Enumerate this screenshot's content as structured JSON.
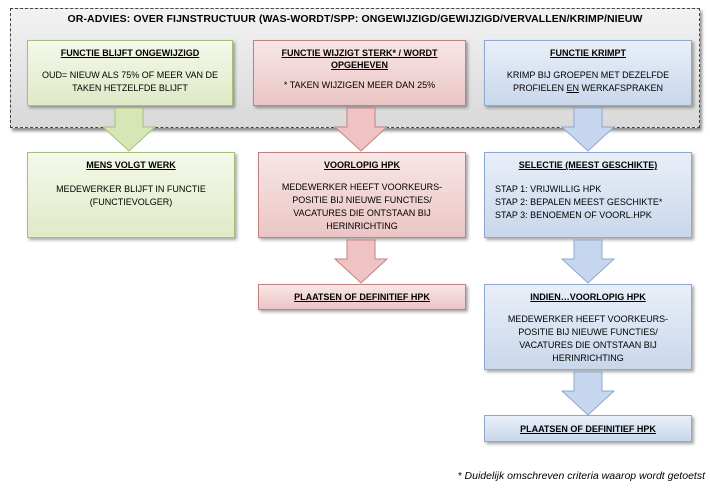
{
  "title": "OR-ADVIES: OVER FIJNSTRUCTUUR (WAS-WORDT/SPP: ONGEWIJZIGD/GEWIJZIGD/VERVALLEN/KRIMP/NIEUW",
  "columns": [
    {
      "top_heading": "FUNCTIE BLIJFT ONGEWIJZIGD",
      "top_text": "OUD= NIEUW ALS 75% OF MEER VAN DE TAKEN HETZELFDE BLIJFT",
      "box2_heading": "MENS VOLGT WERK",
      "box2_text": "MEDEWERKER BLIJFT IN FUNCTIE (FUNCTIEVOLGER)"
    },
    {
      "top_heading": "FUNCTIE WIJZIGT STERK* / WORDT OPGEHEVEN",
      "top_text": "* TAKEN WIJZIGEN MEER DAN 25%",
      "box2_heading": "VOORLOPIG HPK",
      "box2_text": "MEDEWERKER HEEFT VOORKEURS-POSITIE BIJ NIEUWE FUNCTIES/ VACATURES DIE ONTSTAAN BIJ HERINRICHTING",
      "box3_heading": "PLAATSEN OF DEFINITIEF HPK"
    },
    {
      "top_heading": "FUNCTIE KRIMPT",
      "top_text_a": "KRIMP BIJ GROEPEN MET DEZELFDE PROFIELEN ",
      "top_text_em": "EN",
      "top_text_b": " WERKAFSPRAKEN",
      "box2_heading": "SELECTIE (MEEST GESCHIKTE)",
      "steps": [
        "STAP 1: VRIJWILLIG HPK",
        "STAP 2: BEPALEN MEEST GESCHIKTE*",
        "STAP 3: BENOEMEN OF VOORL.HPK"
      ],
      "box3_heading": "INDIEN…VOORLOPIG HPK",
      "box3_text": "MEDEWERKER HEEFT VOORKEURS-POSITIE BIJ NIEUWE FUNCTIES/ VACATURES DIE ONTSTAAN BIJ HERINRICHTING",
      "box4_heading": "PLAATSEN OF DEFINITIEF HPK"
    }
  ],
  "footnote": "* Duidelijk omschreven criteria waarop wordt getoetst",
  "colors": {
    "green_arrow": "#d6e6b4",
    "green_arrow_stroke": "#a8bf7a",
    "red_arrow": "#efc3c3",
    "red_arrow_stroke": "#c48080",
    "blue_arrow": "#c6d6ee",
    "blue_arrow_stroke": "#8ea8cf"
  }
}
